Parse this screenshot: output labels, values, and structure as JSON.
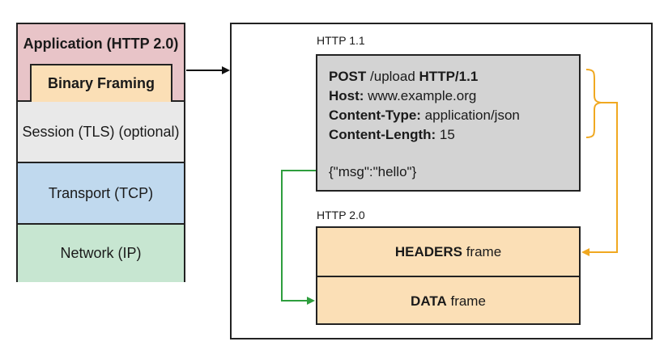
{
  "stack": {
    "application": "Application (HTTP 2.0)",
    "binary_framing": "Binary Framing",
    "session": "Session (TLS) (optional)",
    "transport": "Transport (TCP)",
    "network": "Network (IP)"
  },
  "http11": {
    "label": "HTTP 1.1",
    "request_method": "POST",
    "request_path": " /upload ",
    "request_version": "HTTP/1.1",
    "host_key": "Host:",
    "host_value": " www.example.org",
    "content_type_key": "Content-Type:",
    "content_type_value": " application/json",
    "content_length_key": "Content-Length:",
    "content_length_value": " 15",
    "body": "{\"msg\":\"hello\"}"
  },
  "http2": {
    "label": "HTTP 2.0",
    "headers_key": "HEADERS",
    "headers_suffix": " frame",
    "data_key": "DATA",
    "data_suffix": " frame"
  },
  "colors": {
    "application": "#e8c4c8",
    "binary_framing": "#fbdfb6",
    "session": "#e9e9e9",
    "transport": "#c0d9ee",
    "network": "#c7e6d1",
    "http11_box": "#d3d3d3",
    "headers_arrow": "#f0a820",
    "data_arrow": "#2e9e3e"
  }
}
